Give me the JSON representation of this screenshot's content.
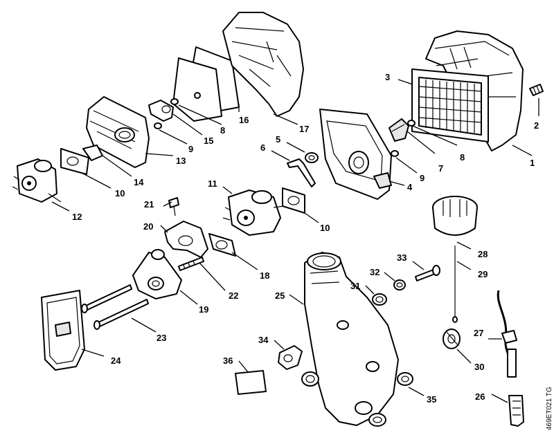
{
  "diagram": {
    "callouts": [
      "1",
      "2",
      "3",
      "4",
      "5",
      "6",
      "7",
      "8",
      "8",
      "9",
      "9",
      "10",
      "10",
      "11",
      "12",
      "13",
      "14",
      "15",
      "16",
      "17",
      "18",
      "19",
      "20",
      "21",
      "22",
      "23",
      "24",
      "25",
      "26",
      "27",
      "28",
      "29",
      "30",
      "31",
      "32",
      "33",
      "34",
      "35",
      "36"
    ],
    "drawing_code": "469ET021 TG"
  }
}
